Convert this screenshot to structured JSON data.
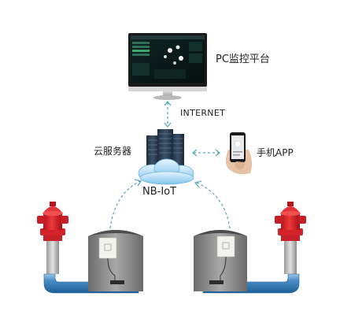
{
  "labels": {
    "pc_platform": "PC监控平台",
    "internet": "INTERNET",
    "cloud_server": "云服务器",
    "mobile_app": "手机APP",
    "network": "NB-IoT"
  }
}
